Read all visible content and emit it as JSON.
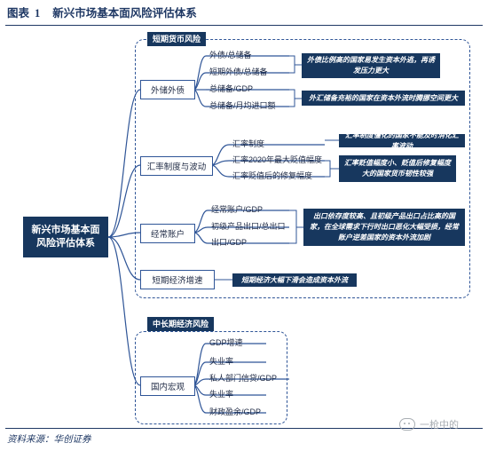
{
  "title": {
    "prefix": "图表",
    "number": "1",
    "text": "新兴市场基本面风险评估体系"
  },
  "root": {
    "line1": "新兴市场基本面",
    "line2": "风险评估体系"
  },
  "groups": {
    "short": {
      "tag": "短期货币风险",
      "branches": {
        "foreign": {
          "label": "外储外债",
          "leaves": [
            "外债/总储备",
            "短期外债/总储备",
            "总储备/GDP",
            "总储备/月均进口额"
          ],
          "notes": [
            "外债比例高的国家易发生资本外逃，再诱发压力更大",
            "外汇储备充裕的国家在资本外流时腾挪空间更大"
          ]
        },
        "fx": {
          "label": "汇率制度与波动",
          "leaves": [
            "汇率制度",
            "汇率2020年最大贬值幅度",
            "汇率贬值后的修复幅度"
          ],
          "notes": [
            "汇率制度僵化的国家不能及时消化汇率波动",
            "汇率贬值幅度小、贬值后修复幅度大的国家货币韧性较强"
          ]
        },
        "current": {
          "label": "经常账户",
          "leaves": [
            "经常账户/GDP",
            "初级产品出口/总出口",
            "出口/GDP"
          ],
          "note": "出口依存度较高、且初级产品出口占比高的国家，在全球需求下行时出口恶化大幅受损，经常账户逆差国家的资本外流加剧"
        },
        "growth": {
          "label": "短期经济增速",
          "note": "短期经济大幅下滑会造成资本外流"
        }
      }
    },
    "long": {
      "tag": "中长期经济风险",
      "branch": {
        "label": "国内宏观",
        "leaves": [
          "GDP增速",
          "失业率",
          "私人部门信贷/GDP",
          "失业率",
          "财政盈余/GDP"
        ]
      }
    }
  },
  "source": {
    "label": "资料来源：",
    "text": "华创证券"
  },
  "watermark": "一枪中的",
  "colors": {
    "navy": "#17375e",
    "border": "#2f5597"
  }
}
